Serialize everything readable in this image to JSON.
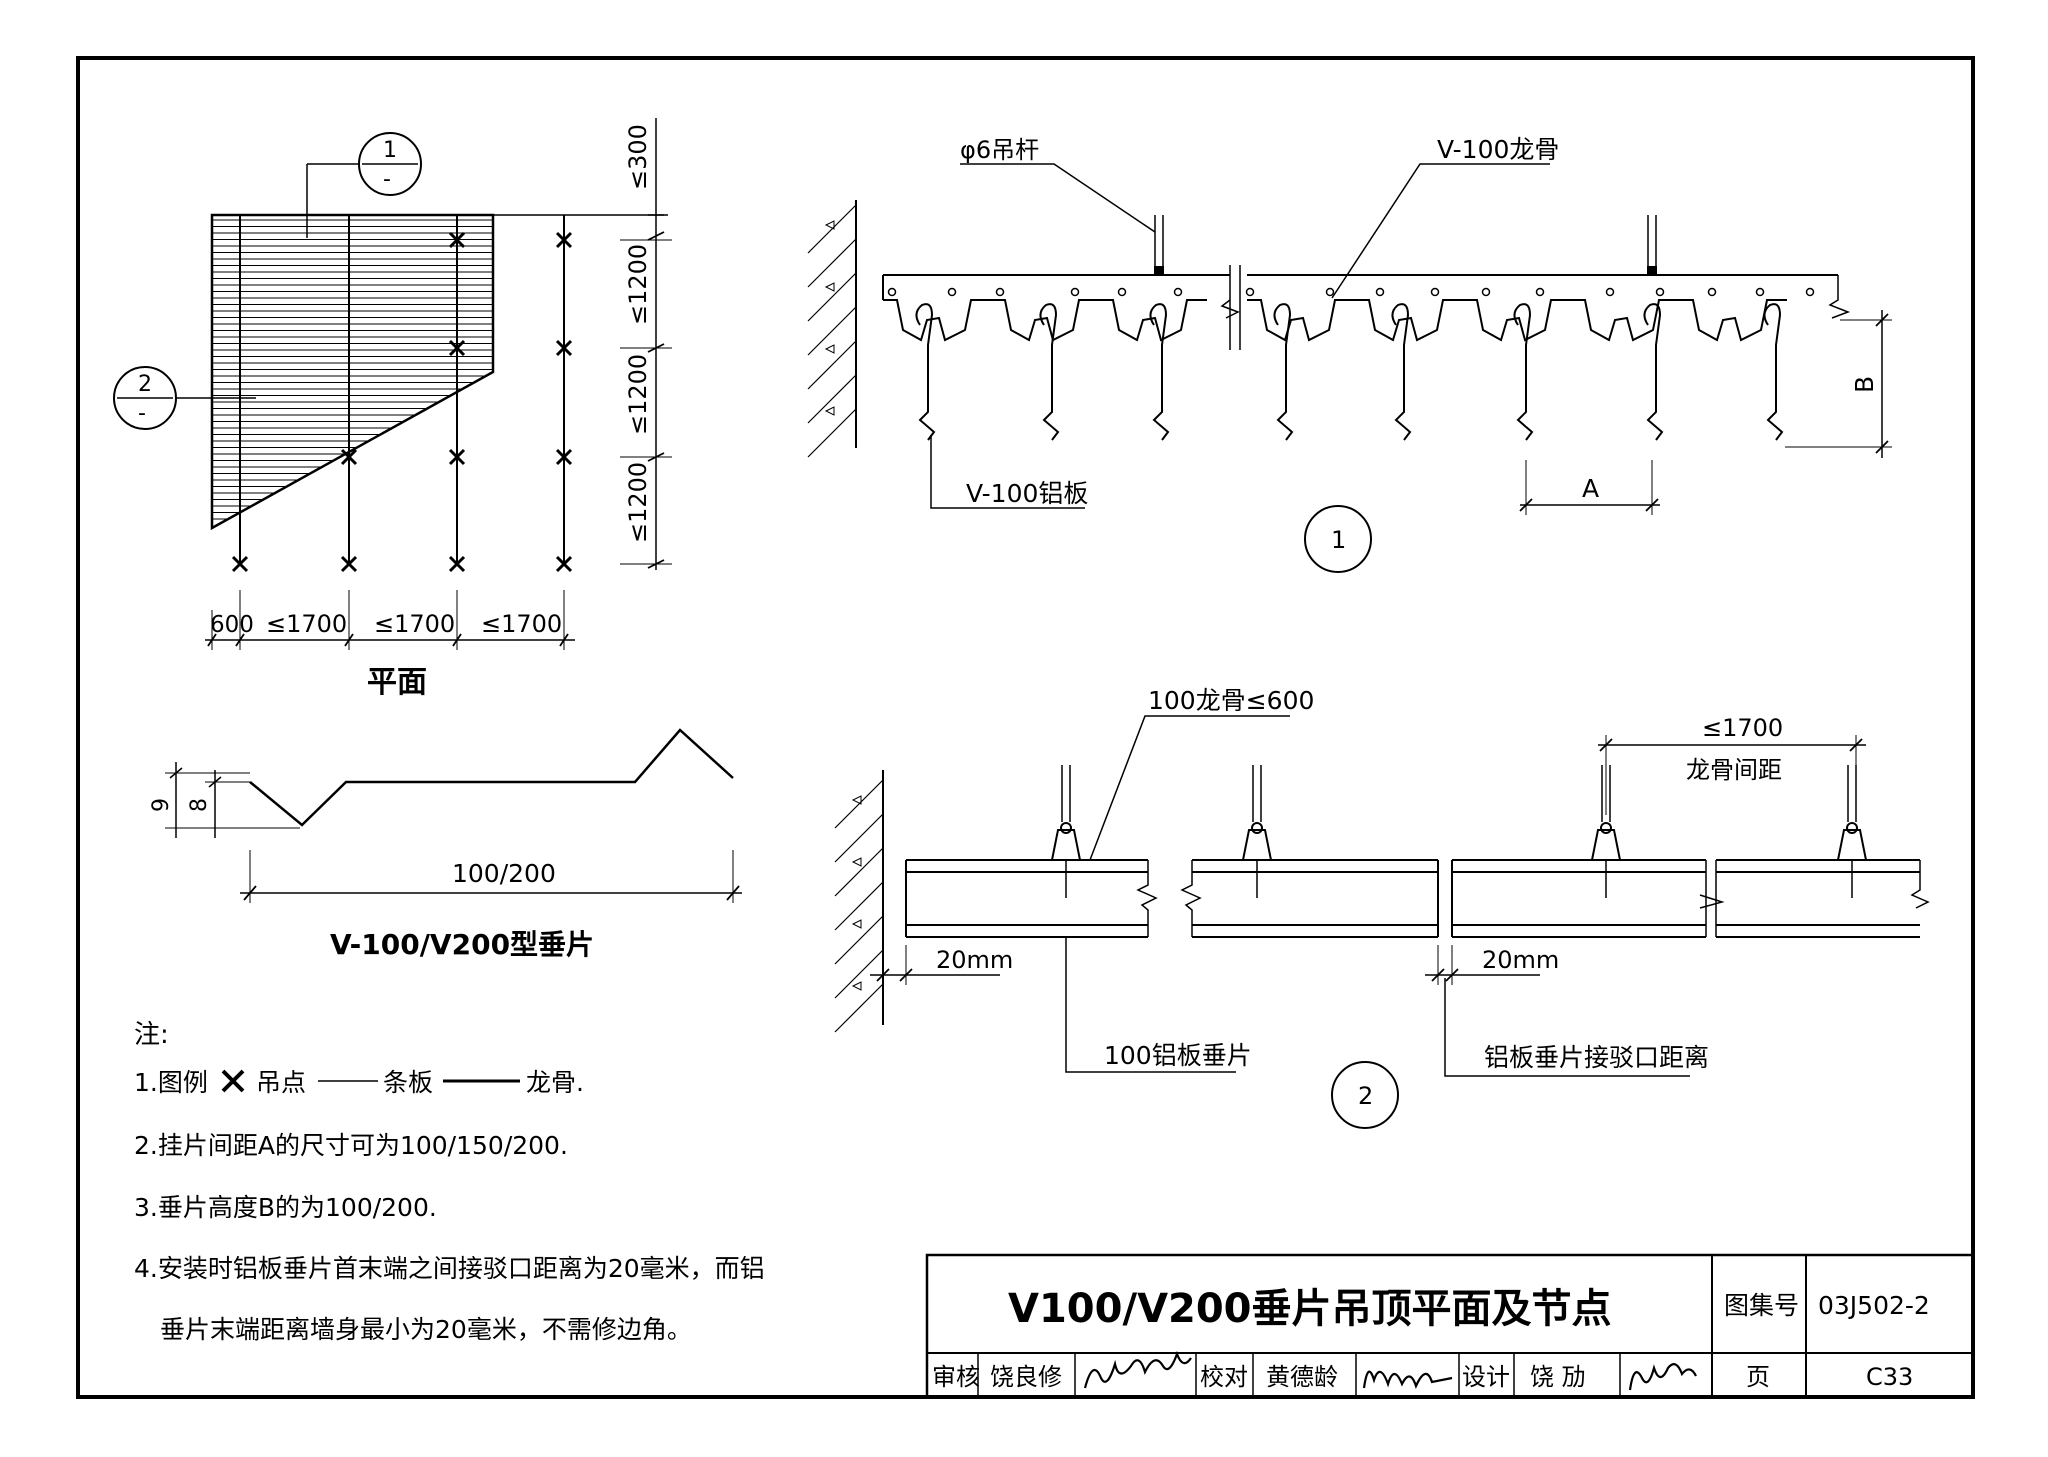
{
  "plan": {
    "caption": "平面",
    "callout1": "1",
    "callout2": "2",
    "dim_top": "≤300",
    "dim_v1": "≤1200",
    "dim_v2": "≤1200",
    "dim_v3": "≤1200",
    "dim_h0": "600",
    "dim_h1": "≤1700",
    "dim_h2": "≤1700",
    "dim_h3": "≤1700"
  },
  "profile": {
    "dim_9": "9",
    "dim_8": "8",
    "dim_len": "100/200",
    "caption": "V-100/V200型垂片"
  },
  "notes": {
    "head": "注:",
    "n1_prefix": "1.图例",
    "n1_a": "吊点",
    "n1_b": "条板",
    "n1_c": "龙骨.",
    "n2": "2.挂片间距A的尺寸可为100/150/200.",
    "n3": "3.垂片高度B的为100/200.",
    "n4_1": "4.安装时铝板垂片首末端之间接驳口距离为20毫米，而铝",
    "n4_2": "垂片末端距离墙身最小为20毫米，不需修边角。"
  },
  "detail1": {
    "label_rod": "φ6吊杆",
    "label_keel": "V-100龙骨",
    "label_panel": "V-100铝板",
    "dim_a": "A",
    "dim_b": "B",
    "number": "1"
  },
  "detail2": {
    "label_keel": "100龙骨≤600",
    "dim_span": "≤1700",
    "label_spacing": "龙骨间距",
    "gap_left": "20mm",
    "gap_right": "20mm",
    "label_panel": "100铝板垂片",
    "label_joint": "铝板垂片接驳口距离",
    "number": "2"
  },
  "title_block": {
    "title": "V100/V200垂片吊顶平面及节点",
    "atlas_label": "图集号",
    "atlas_no": "03J502-2",
    "review_label": "审核",
    "reviewer": "饶良修",
    "check_label": "校对",
    "checker": "黄德龄",
    "design_label": "设计",
    "designer": "饶 劢",
    "page_label": "页",
    "page_no": "C33"
  }
}
